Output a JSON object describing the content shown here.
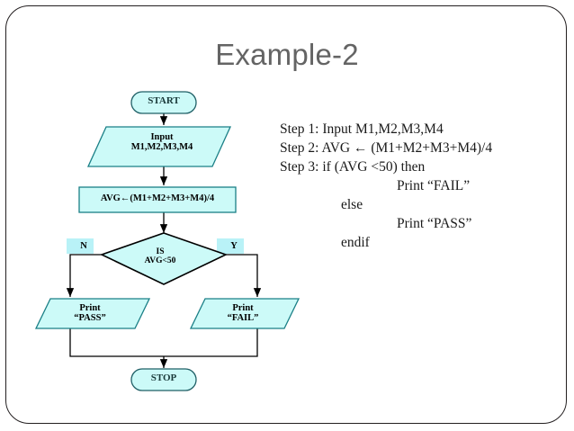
{
  "slide": {
    "title": "Example-2",
    "frame_border_color": "#231f20",
    "title_color": "#646464",
    "background": "#ffffff"
  },
  "theme": {
    "node_fill": "#ccfaf8",
    "terminal_stroke": "#1f5f66",
    "process_stroke": "#1a7f86",
    "decision_stroke": "#000000",
    "connector_color": "#000000",
    "label_fill": "#b9f2f7"
  },
  "flowchart": {
    "nodes": [
      {
        "id": "start",
        "shape": "terminal",
        "label": "START"
      },
      {
        "id": "input",
        "shape": "parallelogram",
        "label": "Input\nM1,M2,M3,M4",
        "line1": "Input",
        "line2": "M1,M2,M3,M4"
      },
      {
        "id": "process",
        "shape": "rectangle",
        "label": "AVG←(M1+M2+M3+M4)/4"
      },
      {
        "id": "decision",
        "shape": "diamond",
        "line1": "IS",
        "line2": "AVG<50"
      },
      {
        "id": "print_pass",
        "shape": "parallelogram",
        "line1": "Print",
        "line2": "“PASS”"
      },
      {
        "id": "print_fail",
        "shape": "parallelogram",
        "line1": "Print",
        "line2": "“FAIL”"
      },
      {
        "id": "stop",
        "shape": "terminal",
        "label": "STOP"
      }
    ],
    "branch_labels": {
      "no": "N",
      "yes": "Y"
    }
  },
  "algorithm": {
    "lines": [
      {
        "text": "Step 1:  Input M1,M2,M3,M4",
        "indent": 0
      },
      {
        "text": "Step 2: AVG ← (M1+M2+M3+M4)/4",
        "indent": 0
      },
      {
        "text": "Step 3:  if (AVG <50) then",
        "indent": 0
      },
      {
        "text": "Print “FAIL”",
        "indent": 2
      },
      {
        "text": "else",
        "indent": 1
      },
      {
        "text": "Print “PASS”",
        "indent": 2
      },
      {
        "text": "endif",
        "indent": 1
      }
    ]
  }
}
